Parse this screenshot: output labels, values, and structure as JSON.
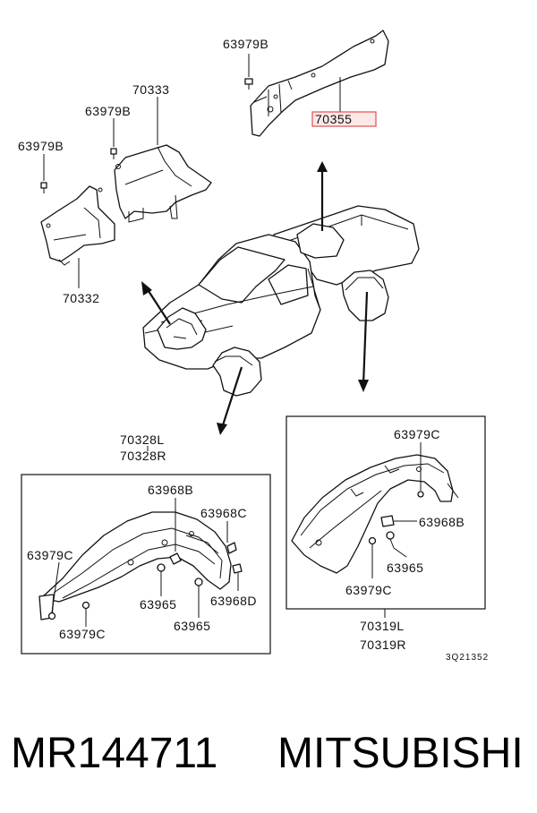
{
  "labels": {
    "clip_top": "63979B",
    "splash_rear": "70355",
    "shield_upper": "70333",
    "clip_mid": "63979B",
    "clip_left": "63979B",
    "shield_lower": "70332",
    "front_fender_l": "70328L",
    "front_fender_r": "70328R",
    "f_clip_b": "63968B",
    "f_clip_c": "63968C",
    "f_screw_c": "63979C",
    "f_bolt_a": "63965",
    "f_clip_d": "63968D",
    "f_bolt_b": "63965",
    "f_screw_c2": "63979C",
    "r_screw_c": "63979C",
    "r_clip_b": "63968B",
    "r_bolt": "63965",
    "r_screw_c2": "63979C",
    "rear_fender_l": "70319L",
    "rear_fender_r": "70319R",
    "drawing_code": "3Q21352"
  },
  "footer": {
    "part_number": "MR144711",
    "brand": "MITSUBISHI"
  },
  "colors": {
    "highlight": "#e05050",
    "highlight_fill": "#fde8e8",
    "ink": "#111111"
  }
}
